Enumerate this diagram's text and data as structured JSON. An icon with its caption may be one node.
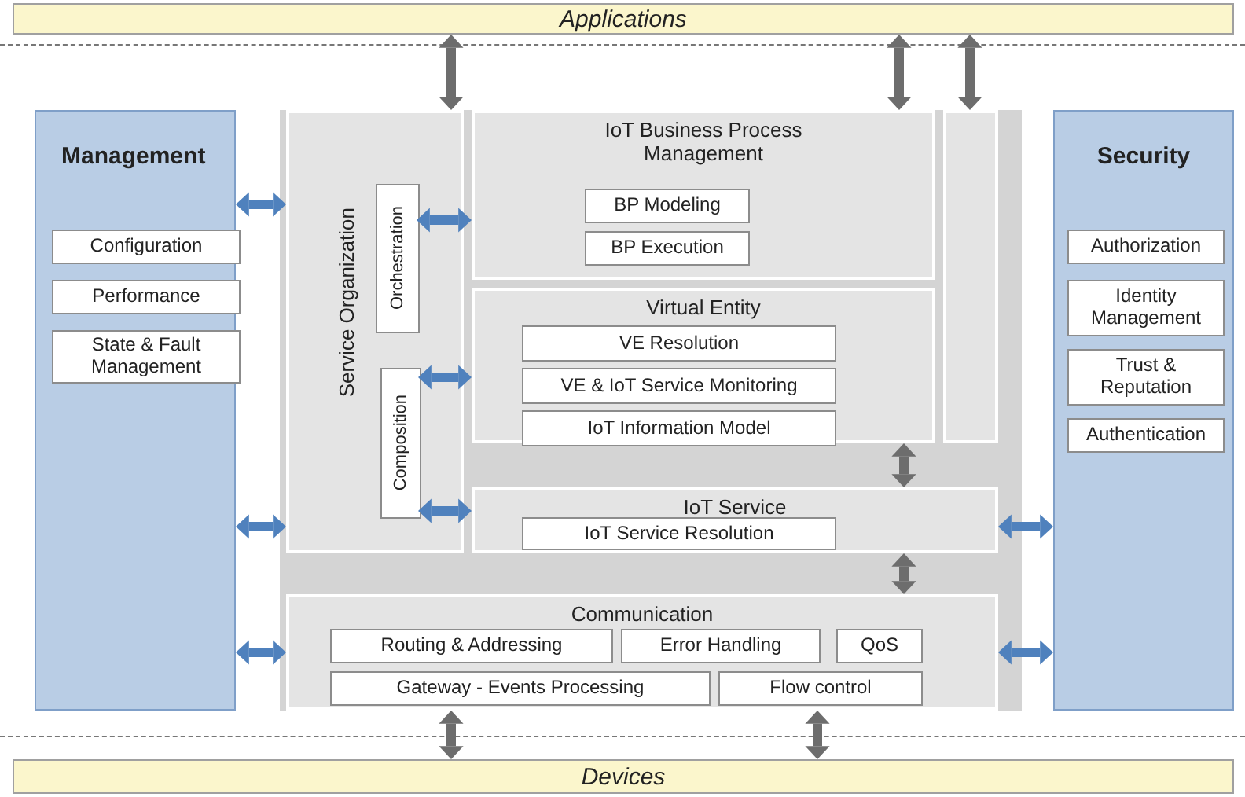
{
  "diagram": {
    "nodes": [
      {
        "text": [
          "Applications"
        ]
      },
      {
        "text": [
          "Management"
        ]
      },
      {
        "text": [
          "Configuration"
        ],
        "in": 1
      },
      {
        "text": [
          "Performance"
        ],
        "in": 1
      },
      {
        "text": [
          "State & Fault Management"
        ],
        "in": 1
      },
      {
        "text": [
          "Service Organization"
        ]
      },
      {
        "text": [
          "Orchestration"
        ],
        "in": 5
      },
      {
        "text": [
          "Composition"
        ],
        "in": 5
      },
      {
        "text": [
          "IoT Business Process Management"
        ]
      },
      {
        "text": [
          "BP Modeling"
        ],
        "in": 8
      },
      {
        "text": [
          "BP Execution"
        ],
        "in": 8
      },
      {
        "text": [
          "Virtual Entity"
        ]
      },
      {
        "text": [
          "VE Resolution"
        ],
        "in": 11
      },
      {
        "text": [
          "VE & IoT Service Monitoring"
        ],
        "in": 11
      },
      {
        "text": [
          "IoT Information Model"
        ],
        "in": 11
      },
      {
        "text": [
          "IoT Service"
        ]
      },
      {
        "text": [
          "IoT Service Resolution"
        ],
        "in": 15
      },
      {
        "text": [
          "Communication"
        ]
      },
      {
        "text": [
          "Routing & Addressing"
        ],
        "in": 17
      },
      {
        "text": [
          "Error Handling"
        ],
        "in": 17
      },
      {
        "text": [
          "QoS"
        ],
        "in": 17
      },
      {
        "text": [
          "Gateway - Events Processing"
        ],
        "in": 17
      },
      {
        "text": [
          "Flow control"
        ],
        "in": 17
      },
      {
        "text": [
          "Security"
        ]
      },
      {
        "text": [
          "Authorization"
        ],
        "in": 23
      },
      {
        "text": [
          "Identity Management"
        ],
        "in": 23
      },
      {
        "text": [
          "Trust & Reputation"
        ],
        "in": 23
      },
      {
        "text": [
          "Authentication"
        ],
        "in": 23
      },
      {
        "text": [
          "Devices"
        ]
      },
      {
        "text": [],
        "shape": "bar"
      }
    ],
    "edges": [
      {
        "from": 0,
        "to": 5,
        "arrow": "both",
        "color": "#6d6d6d"
      },
      {
        "from": 0,
        "to": 8,
        "arrow": "both",
        "color": "#6d6d6d"
      },
      {
        "from": 0,
        "to": 29,
        "arrow": "both",
        "color": "#6d6d6d"
      },
      {
        "from": 1,
        "to": 5,
        "arrow": "both"
      },
      {
        "from": 1,
        "to": 5,
        "arrow": "both"
      },
      {
        "from": 1,
        "to": 17,
        "arrow": "both"
      },
      {
        "from": 6,
        "to": 8,
        "arrow": "both"
      },
      {
        "from": 7,
        "to": 11,
        "arrow": "both"
      },
      {
        "from": 7,
        "to": 15,
        "arrow": "both"
      },
      {
        "from": 11,
        "to": 15,
        "arrow": "both",
        "color": "#6d6d6d"
      },
      {
        "from": 15,
        "to": 17,
        "arrow": "both",
        "color": "#6d6d6d"
      },
      {
        "from": 23,
        "to": 15,
        "arrow": "both"
      },
      {
        "from": 23,
        "to": 17,
        "arrow": "both"
      },
      {
        "from": 17,
        "to": 28,
        "arrow": "both",
        "color": "#6d6d6d"
      },
      {
        "from": 17,
        "to": 28,
        "arrow": "both",
        "color": "#6d6d6d"
      }
    ]
  }
}
